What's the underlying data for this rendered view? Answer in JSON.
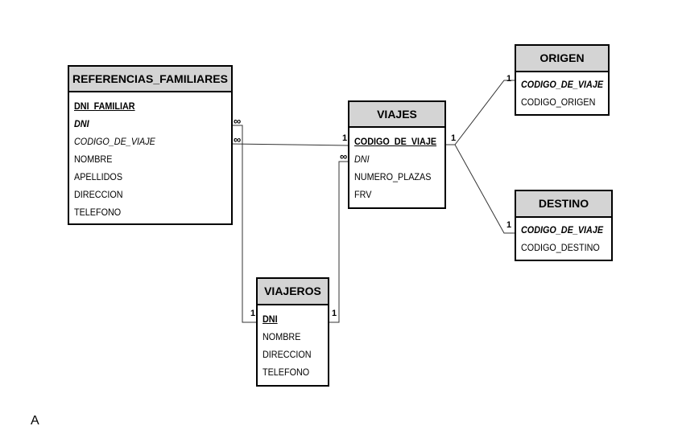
{
  "entities": {
    "referencias_familiares": {
      "title": "REFERENCIAS_FAMILIARES",
      "fields": [
        "DNI_FAMILIAR",
        "DNI",
        "CODIGO_DE_VIAJE",
        "NOMBRE",
        "APELLIDOS",
        "DIRECCION",
        "TELEFONO"
      ]
    },
    "viajes": {
      "title": "VIAJES",
      "fields": [
        "CODIGO_DE_VIAJE",
        "DNI",
        "NUMERO_PLAZAS",
        "FRV"
      ]
    },
    "origen": {
      "title": "ORIGEN",
      "fields": [
        "CODIGO_DE_VIAJE",
        "CODIGO_ORIGEN"
      ]
    },
    "destino": {
      "title": "DESTINO",
      "fields": [
        "CODIGO_DE_VIAJE",
        "CODIGO_DESTINO"
      ]
    },
    "viajeros": {
      "title": "VIAJEROS",
      "fields": [
        "DNI",
        "NOMBRE",
        "DIRECCION",
        "TELEFONO"
      ]
    }
  },
  "cardinalities": {
    "one": "1",
    "many": "∞"
  },
  "caption": "A"
}
